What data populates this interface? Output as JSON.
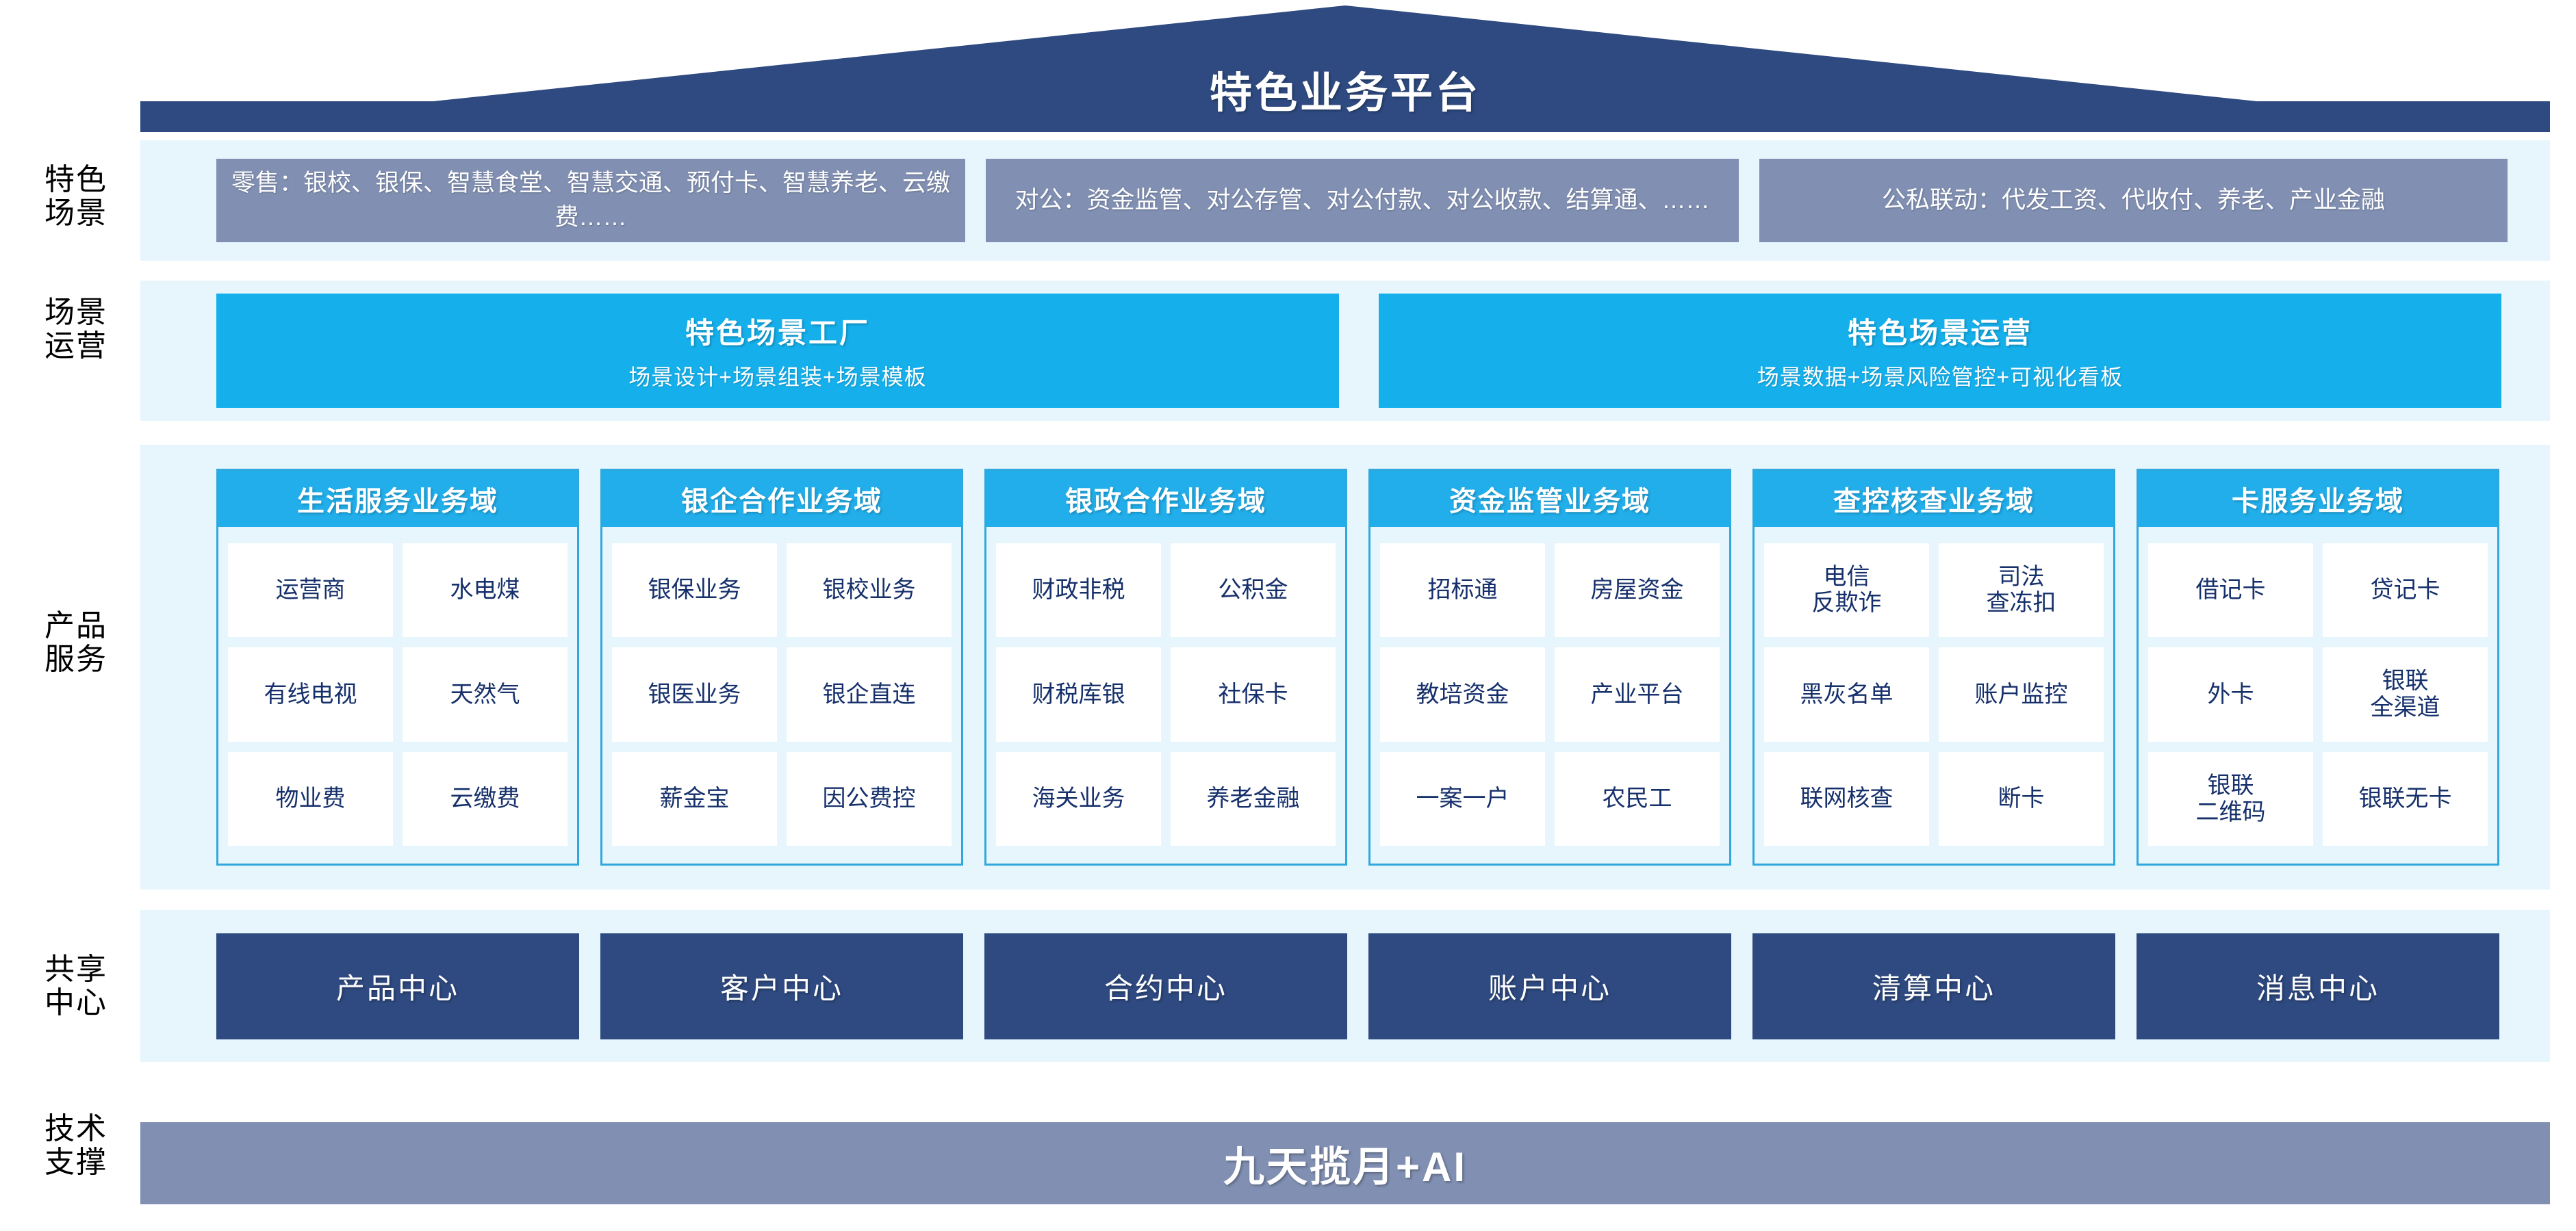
{
  "header": {
    "title": "特色业务平台"
  },
  "row_labels": {
    "scenarios": "特色\n场景",
    "operations": "场景\n运营",
    "products": "产品\n服务",
    "shared": "共享\n中心",
    "tech": "技术\n支撑"
  },
  "scenarios": [
    {
      "text": "零售：银校、银保、智慧食堂、智慧交通、预付卡、智慧养老、云缴费……"
    },
    {
      "text": "对公：资金监管、对公存管、对公付款、对公收款、结算通、……"
    },
    {
      "text": "公私联动：代发工资、代收付、养老、产业金融"
    }
  ],
  "operations": [
    {
      "title": "特色场景工厂",
      "subtitle": "场景设计+场景组装+场景模板"
    },
    {
      "title": "特色场景运营",
      "subtitle": "场景数据+场景风险管控+可视化看板"
    }
  ],
  "product_domains": [
    {
      "title": "生活服务业务域",
      "rows": [
        [
          "运营商",
          "水电煤"
        ],
        [
          "有线电视",
          "天然气"
        ],
        [
          "物业费",
          "云缴费"
        ]
      ]
    },
    {
      "title": "银企合作业务域",
      "rows": [
        [
          "银保业务",
          "银校业务"
        ],
        [
          "银医业务",
          "银企直连"
        ],
        [
          "薪金宝",
          "因公费控"
        ]
      ]
    },
    {
      "title": "银政合作业务域",
      "rows": [
        [
          "财政非税",
          "公积金"
        ],
        [
          "财税库银",
          "社保卡"
        ],
        [
          "海关业务",
          "养老金融"
        ]
      ]
    },
    {
      "title": "资金监管业务域",
      "rows": [
        [
          "招标通",
          "房屋资金"
        ],
        [
          "教培资金",
          "产业平台"
        ],
        [
          "一案一户",
          "农民工"
        ]
      ]
    },
    {
      "title": "查控核查业务域",
      "rows": [
        [
          "电信\n反欺诈",
          "司法\n查冻扣"
        ],
        [
          "黑灰名单",
          "账户监控"
        ],
        [
          "联网核查",
          "断卡"
        ]
      ]
    },
    {
      "title": "卡服务业务域",
      "rows": [
        [
          "借记卡",
          "贷记卡"
        ],
        [
          "外卡",
          "银联\n全渠道"
        ],
        [
          "银联\n二维码",
          "银联无卡"
        ]
      ]
    }
  ],
  "shared_centers": [
    {
      "label": "产品中心"
    },
    {
      "label": "客户中心"
    },
    {
      "label": "合约中心"
    },
    {
      "label": "账户中心"
    },
    {
      "label": "清算中心"
    },
    {
      "label": "消息中心"
    }
  ],
  "tech_support": {
    "label": "九天揽月+AI"
  },
  "colors": {
    "roof_navy": "#2e4a80",
    "band_bg": "#e7f6fd",
    "scenario_slate": "#808fb2",
    "operation_cyan": "#15b0ec",
    "domain_header_cyan": "#21aeea",
    "domain_border": "#2fa8dd",
    "cell_text_navy": "#16306b",
    "center_navy": "#2e4a80",
    "tech_slate": "#808fb2",
    "white": "#ffffff"
  }
}
